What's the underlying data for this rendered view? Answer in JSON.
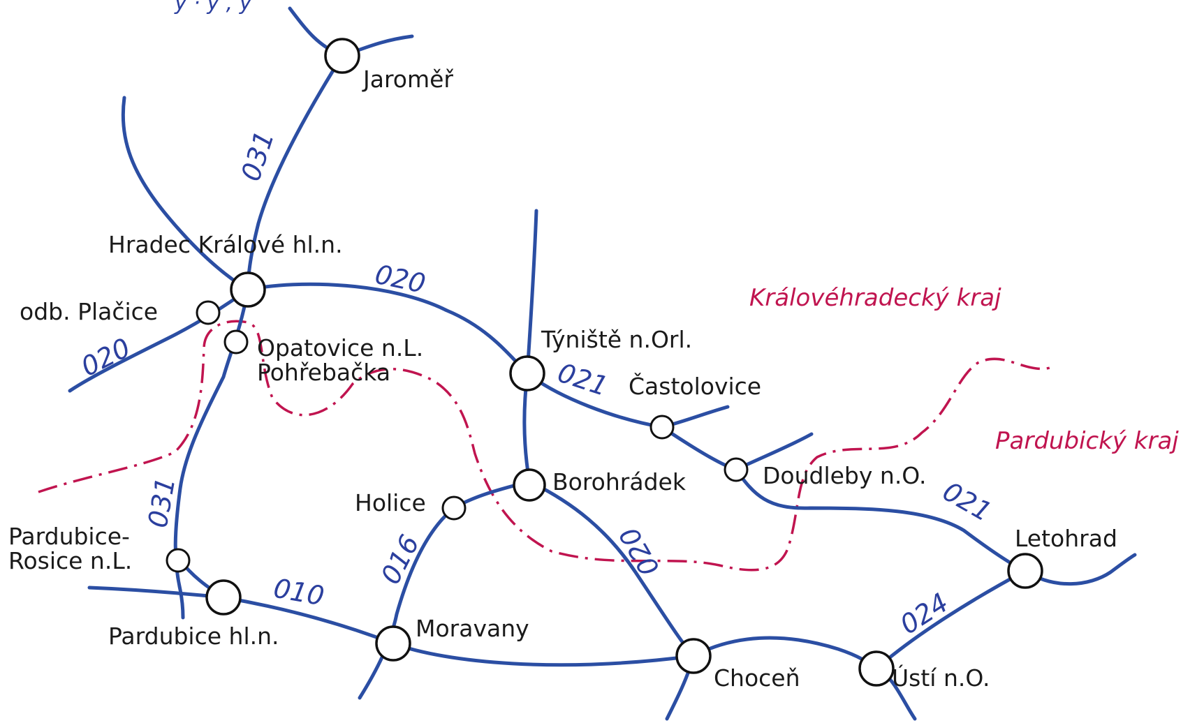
{
  "colors": {
    "rail": "#2b4ea3",
    "border": "#c0144f",
    "line_label": "#2b3f9e",
    "region_label": "#c0144f",
    "station_stroke": "#111111",
    "station_fill": "#ffffff",
    "text": "#1a1a1a"
  },
  "header_fragment": "y   ·  y ,  y",
  "regions": {
    "kralovehradecky": "Královéhradecký kraj",
    "pardubicky": "Pardubický kraj"
  },
  "stations": {
    "jaromer": "Jaroměř",
    "hradec_kralove": "Hradec Králové hl.n.",
    "odb_placice": "odb. Plačice",
    "opatovice": "Opatovice n.L.",
    "pohrebacka": "Pohřebačka",
    "tyniste": "Týniště n.Orl.",
    "castolovice": "Častolovice",
    "doudleby": "Doudleby n.O.",
    "borohradek": "Borohrádek",
    "holice": "Holice",
    "pardubice_rosice_1": "Pardubice-",
    "pardubice_rosice_2": "Rosice n.L.",
    "pardubice_hl": "Pardubice hl.n.",
    "moravany": "Moravany",
    "chocen": "Choceň",
    "usti": "Ústí n.O.",
    "letohrad": "Letohrad"
  },
  "line_numbers": {
    "l031_north": "031",
    "l020_east": "020",
    "l020_west": "020",
    "l021_tyniste": "021",
    "l031_south": "031",
    "l016": "016",
    "l010": "010",
    "l020_chocen": "020",
    "l021_letohrad": "021",
    "l024": "024"
  }
}
